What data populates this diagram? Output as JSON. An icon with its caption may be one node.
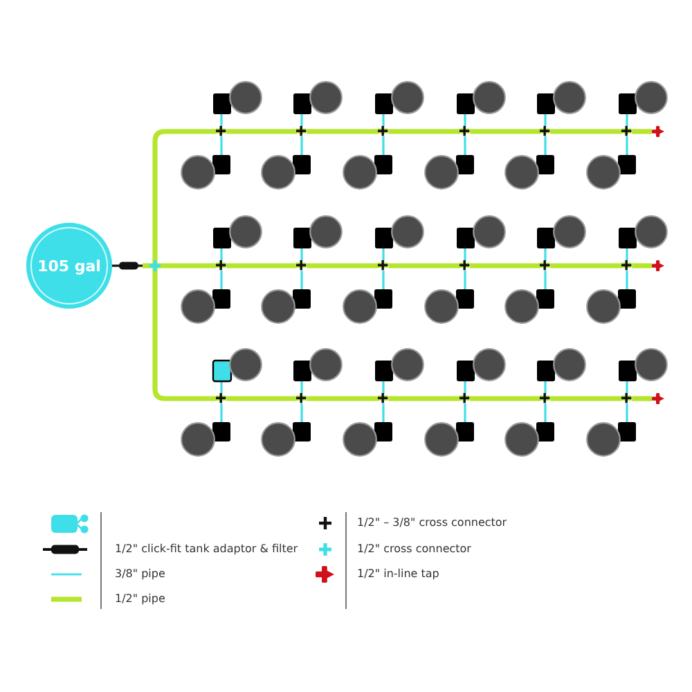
{
  "diagram": {
    "nodes": [
      {
        "text": [
          "105 gal"
        ]
      },
      {
        "text": [],
        "shape": "bar"
      },
      {
        "text": [],
        "shape": "cross"
      },
      {
        "text": [],
        "shape": "circle"
      },
      {
        "text": [],
        "shape": "circle"
      },
      {
        "text": [],
        "shape": "circle"
      },
      {
        "text": [],
        "shape": "circle"
      },
      {
        "text": [],
        "shape": "circle"
      },
      {
        "text": [],
        "shape": "circle"
      },
      {
        "text": [],
        "shape": "cross"
      },
      {
        "text": [],
        "shape": "cross"
      },
      {
        "text": [],
        "shape": "cross"
      },
      {
        "text": [],
        "shape": "cross"
      },
      {
        "text": [],
        "shape": "cross"
      },
      {
        "text": [],
        "shape": "cross"
      },
      {
        "text": [],
        "shape": "tap"
      },
      {
        "text": [],
        "shape": "circle"
      },
      {
        "text": [],
        "shape": "circle"
      },
      {
        "text": [],
        "shape": "circle"
      },
      {
        "text": [],
        "shape": "circle"
      },
      {
        "text": [],
        "shape": "circle"
      },
      {
        "text": [],
        "shape": "circle"
      },
      {
        "text": [],
        "shape": "circle"
      },
      {
        "text": [],
        "shape": "circle"
      },
      {
        "text": [],
        "shape": "circle"
      },
      {
        "text": [],
        "shape": "circle"
      },
      {
        "text": [],
        "shape": "circle"
      },
      {
        "text": [],
        "shape": "circle"
      },
      {
        "text": [],
        "shape": "cross"
      },
      {
        "text": [],
        "shape": "cross"
      },
      {
        "text": [],
        "shape": "cross"
      },
      {
        "text": [],
        "shape": "cross"
      },
      {
        "text": [],
        "shape": "cross"
      },
      {
        "text": [],
        "shape": "cross"
      },
      {
        "text": [],
        "shape": "tap"
      },
      {
        "text": [],
        "shape": "circle"
      },
      {
        "text": [],
        "shape": "circle"
      },
      {
        "text": [],
        "shape": "circle"
      },
      {
        "text": [],
        "shape": "circle"
      },
      {
        "text": [],
        "shape": "circle"
      },
      {
        "text": [],
        "shape": "circle"
      },
      {
        "text": [],
        "shape": "circle"
      },
      {
        "text": [],
        "shape": "circle"
      },
      {
        "text": [],
        "shape": "circle"
      },
      {
        "text": [],
        "shape": "circle"
      },
      {
        "text": [],
        "shape": "circle"
      },
      {
        "text": [],
        "shape": "circle"
      },
      {
        "text": [],
        "shape": "cross"
      },
      {
        "text": [],
        "shape": "cross"
      },
      {
        "text": [],
        "shape": "cross"
      },
      {
        "text": [],
        "shape": "cross"
      },
      {
        "text": [],
        "shape": "cross"
      },
      {
        "text": [],
        "shape": "cross"
      },
      {
        "text": [],
        "shape": "tap"
      },
      {
        "text": [],
        "shape": "circle"
      },
      {
        "text": [],
        "shape": "circle"
      },
      {
        "text": [],
        "shape": "circle"
      },
      {
        "text": [],
        "shape": "circle"
      },
      {
        "text": [],
        "shape": "circle"
      },
      {
        "text": [],
        "shape": "circle"
      }
    ],
    "edges": [
      {
        "from": 0,
        "to": 1,
        "arrow": "none",
        "color": "#111111"
      },
      {
        "from": 1,
        "to": 2,
        "arrow": "none",
        "style": "thick",
        "color": "#b6e52e"
      },
      {
        "from": 2,
        "to": 9,
        "arrow": "none",
        "style": "thick",
        "color": "#b6e52e"
      },
      {
        "from": 9,
        "to": 3,
        "arrow": "none"
      },
      {
        "from": 9,
        "to": 16,
        "arrow": "none"
      },
      {
        "from": 9,
        "to": 10,
        "arrow": "none",
        "style": "thick",
        "color": "#b6e52e"
      },
      {
        "from": 10,
        "to": 4,
        "arrow": "none"
      },
      {
        "from": 10,
        "to": 17,
        "arrow": "none"
      },
      {
        "from": 10,
        "to": 11,
        "arrow": "none",
        "style": "thick",
        "color": "#b6e52e"
      },
      {
        "from": 11,
        "to": 5,
        "arrow": "none"
      },
      {
        "from": 11,
        "to": 18,
        "arrow": "none"
      },
      {
        "from": 11,
        "to": 12,
        "arrow": "none",
        "style": "thick",
        "color": "#b6e52e"
      },
      {
        "from": 12,
        "to": 6,
        "arrow": "none"
      },
      {
        "from": 12,
        "to": 19,
        "arrow": "none"
      },
      {
        "from": 12,
        "to": 13,
        "arrow": "none",
        "style": "thick",
        "color": "#b6e52e"
      },
      {
        "from": 13,
        "to": 7,
        "arrow": "none"
      },
      {
        "from": 13,
        "to": 20,
        "arrow": "none"
      },
      {
        "from": 13,
        "to": 14,
        "arrow": "none",
        "style": "thick",
        "color": "#b6e52e"
      },
      {
        "from": 14,
        "to": 8,
        "arrow": "none"
      },
      {
        "from": 14,
        "to": 21,
        "arrow": "none"
      },
      {
        "from": 14,
        "to": 15,
        "arrow": "none",
        "style": "thick",
        "color": "#b6e52e"
      },
      {
        "from": 2,
        "to": 28,
        "arrow": "none",
        "style": "thick",
        "color": "#b6e52e"
      },
      {
        "from": 28,
        "to": 22,
        "arrow": "none"
      },
      {
        "from": 28,
        "to": 35,
        "arrow": "none"
      },
      {
        "from": 28,
        "to": 29,
        "arrow": "none",
        "style": "thick",
        "color": "#b6e52e"
      },
      {
        "from": 29,
        "to": 23,
        "arrow": "none"
      },
      {
        "from": 29,
        "to": 36,
        "arrow": "none"
      },
      {
        "from": 29,
        "to": 30,
        "arrow": "none",
        "style": "thick",
        "color": "#b6e52e"
      },
      {
        "from": 30,
        "to": 24,
        "arrow": "none"
      },
      {
        "from": 30,
        "to": 37,
        "arrow": "none"
      },
      {
        "from": 30,
        "to": 31,
        "arrow": "none",
        "style": "thick",
        "color": "#b6e52e"
      },
      {
        "from": 31,
        "to": 25,
        "arrow": "none"
      },
      {
        "from": 31,
        "to": 38,
        "arrow": "none"
      },
      {
        "from": 31,
        "to": 32,
        "arrow": "none",
        "style": "thick",
        "color": "#b6e52e"
      },
      {
        "from": 32,
        "to": 26,
        "arrow": "none"
      },
      {
        "from": 32,
        "to": 39,
        "arrow": "none"
      },
      {
        "from": 32,
        "to": 33,
        "arrow": "none",
        "style": "thick",
        "color": "#b6e52e"
      },
      {
        "from": 33,
        "to": 27,
        "arrow": "none"
      },
      {
        "from": 33,
        "to": 40,
        "arrow": "none"
      },
      {
        "from": 33,
        "to": 34,
        "arrow": "none",
        "style": "thick",
        "color": "#b6e52e"
      },
      {
        "from": 2,
        "to": 47,
        "arrow": "none",
        "style": "thick",
        "color": "#b6e52e"
      },
      {
        "from": 47,
        "to": 41,
        "arrow": "none"
      },
      {
        "from": 47,
        "to": 54,
        "arrow": "none"
      },
      {
        "from": 47,
        "to": 48,
        "arrow": "none",
        "style": "thick",
        "color": "#b6e52e"
      },
      {
        "from": 48,
        "to": 42,
        "arrow": "none"
      },
      {
        "from": 48,
        "to": 55,
        "arrow": "none"
      },
      {
        "from": 48,
        "to": 49,
        "arrow": "none",
        "style": "thick",
        "color": "#b6e52e"
      },
      {
        "from": 49,
        "to": 43,
        "arrow": "none"
      },
      {
        "from": 49,
        "to": 56,
        "arrow": "none"
      },
      {
        "from": 49,
        "to": 50,
        "arrow": "none",
        "style": "thick",
        "color": "#b6e52e"
      },
      {
        "from": 50,
        "to": 44,
        "arrow": "none"
      },
      {
        "from": 50,
        "to": 57,
        "arrow": "none"
      },
      {
        "from": 50,
        "to": 51,
        "arrow": "none",
        "style": "thick",
        "color": "#b6e52e"
      },
      {
        "from": 51,
        "to": 45,
        "arrow": "none"
      },
      {
        "from": 51,
        "to": 58,
        "arrow": "none"
      },
      {
        "from": 51,
        "to": 52,
        "arrow": "none",
        "style": "thick",
        "color": "#b6e52e"
      },
      {
        "from": 52,
        "to": 46,
        "arrow": "none"
      },
      {
        "from": 52,
        "to": 59,
        "arrow": "none"
      },
      {
        "from": 52,
        "to": 53,
        "arrow": "none",
        "style": "thick",
        "color": "#b6e52e"
      }
    ],
    "legend": [
      {
        "text": "1/2\" click-fit tank adaptor & filter"
      },
      {
        "text": "3/8\" pipe"
      },
      {
        "text": "1/2\" pipe"
      },
      {
        "text": "1/2\" – 3/8\" cross connector"
      },
      {
        "text": "1/2\" cross connector"
      },
      {
        "text": "1/2\" in-line tap"
      }
    ]
  }
}
